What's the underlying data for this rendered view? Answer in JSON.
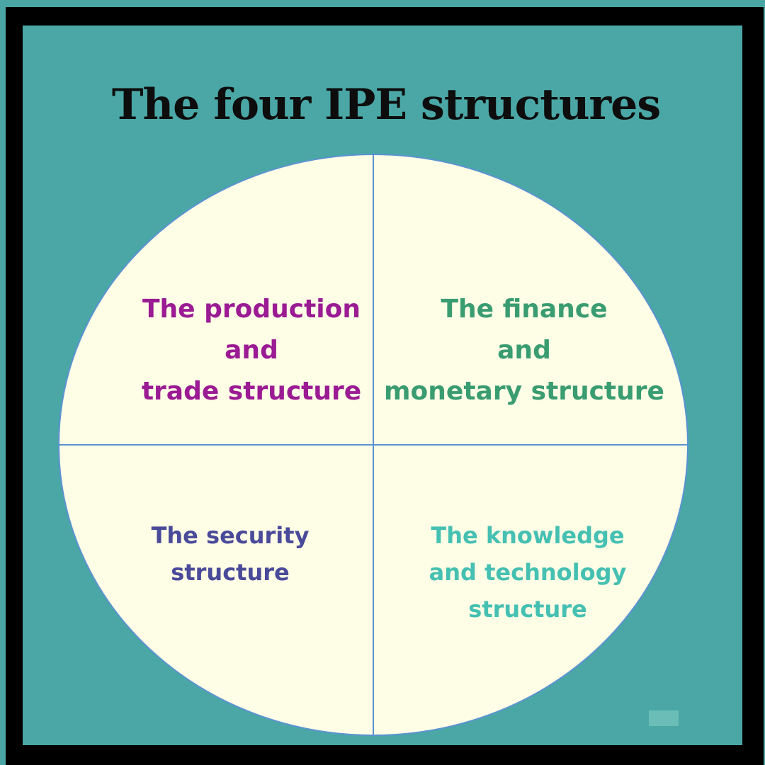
{
  "title": "The four IPE structures",
  "colors": {
    "background": "#4aa7a6",
    "border": "#000000",
    "circle_fill": "#fefde6",
    "divider": "#5b93d1",
    "production_trade": "#9a1b93",
    "finance_monetary": "#3a9c71",
    "security": "#4a4a9a",
    "knowledge_technology": "#45c0b2"
  },
  "quadrants": {
    "top_left": "The production\nand\ntrade structure",
    "top_right": "The finance\nand\nmonetary structure",
    "bottom_left": "The security\nstructure",
    "bottom_right": "The knowledge\nand technology\nstructure"
  }
}
